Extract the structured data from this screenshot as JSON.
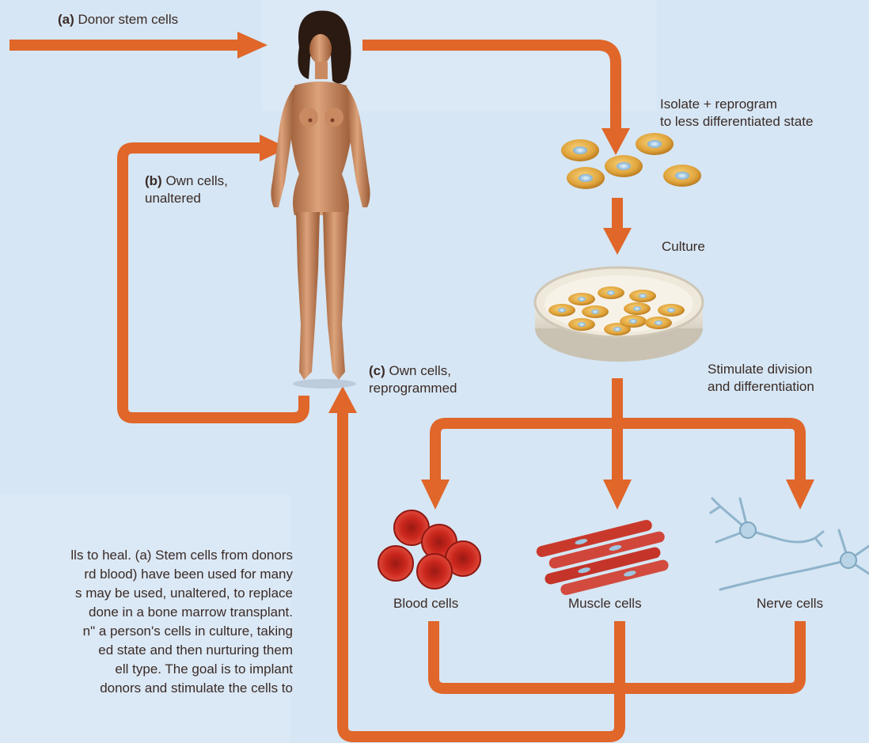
{
  "labels": {
    "a_letter": "(a)",
    "a_text": "Donor stem cells",
    "b_letter": "(b)",
    "b_line1": "Own cells,",
    "b_line2": "unaltered",
    "c_letter": "(c)",
    "c_line1": "Own cells,",
    "c_line2": "reprogrammed",
    "isolate_line1": "Isolate + reprogram",
    "isolate_line2": "to less differentiated state",
    "culture": "Culture",
    "stimulate_line1": "Stimulate division",
    "stimulate_line2": "and differentiation",
    "blood": "Blood cells",
    "muscle": "Muscle cells",
    "nerve": "Nerve cells"
  },
  "caption_lines": [
    "lls to heal. (a) Stem cells from donors",
    "rd blood) have been used for many",
    "s may be used, unaltered, to replace",
    "done in a bone marrow transplant.",
    "n\" a person's cells in culture, taking",
    "ed state and then nurturing them",
    "ell type. The goal is to implant",
    "donors and stimulate the cells to"
  ],
  "colors": {
    "background": "#d6e6f4",
    "arrow": "#e0662a",
    "text": "#3a2b26"
  }
}
